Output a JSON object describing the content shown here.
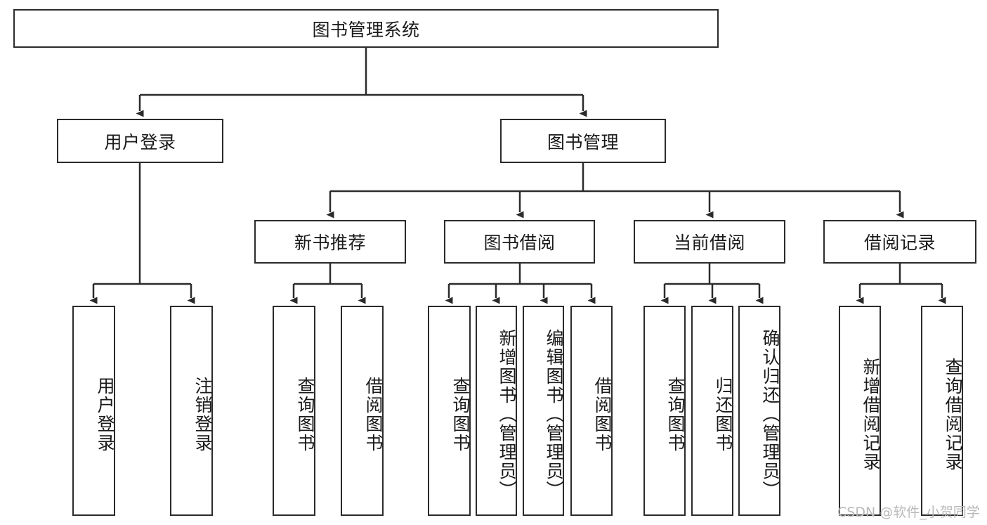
{
  "diagram": {
    "type": "tree-hierarchy",
    "title": "图书管理系统",
    "watermark": "CSDN @软件_小贺同学",
    "colors": {
      "box_border": "#2b2b2b",
      "box_fill": "#ffffff",
      "edge": "#2b2b2b",
      "text": "#1a1a1a",
      "watermark": "#b9b9b9",
      "background": "#ffffff"
    },
    "nodes": {
      "root": {
        "label": "图书管理系统"
      },
      "level1": [
        {
          "label": "用户登录"
        },
        {
          "label": "图书管理"
        }
      ],
      "level2": [
        {
          "label": "新书推荐"
        },
        {
          "label": "图书借阅"
        },
        {
          "label": "当前借阅"
        },
        {
          "label": "借阅记录"
        }
      ],
      "leaves": {
        "user_login": [
          {
            "label": "用户登录"
          },
          {
            "label": "注销登录"
          }
        ],
        "new_book_recommend": [
          {
            "label": "查询图书"
          },
          {
            "label": "借阅图书"
          }
        ],
        "book_borrow": [
          {
            "label": "查询图书"
          },
          {
            "label": "新增图书（管理员）"
          },
          {
            "label": "编辑图书（管理员）"
          },
          {
            "label": "借阅图书"
          }
        ],
        "current_borrow": [
          {
            "label": "查询图书"
          },
          {
            "label": "归还图书"
          },
          {
            "label": "确认归还（管理员）"
          }
        ],
        "borrow_records": [
          {
            "label": "新增借阅记录"
          },
          {
            "label": "查询借阅记录"
          }
        ]
      }
    }
  }
}
